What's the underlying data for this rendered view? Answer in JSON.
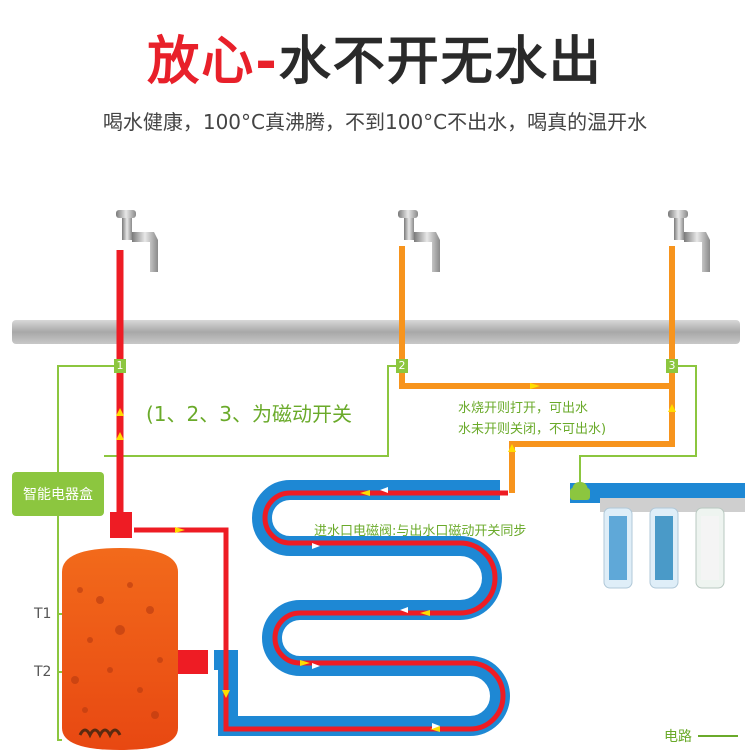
{
  "title": {
    "part1": "放心-",
    "part2": "水不开无水出"
  },
  "subtitle": "喝水健康，100°C真沸腾，不到100°C不出水，喝真的温开水",
  "switches": {
    "s1": "1",
    "s2": "2",
    "s3": "3"
  },
  "magnetic_note": "(1、2、3、为磁动开关",
  "conditions": {
    "open": "水烧开则打开，可出水",
    "closed": "水未开则关闭，不可出水)"
  },
  "controller": "智能电器盒",
  "valve_note": "进水口电磁阀:与出水口磁动开关同步",
  "sensors": {
    "t1": "T1",
    "t2": "T2"
  },
  "legend": "电路",
  "colors": {
    "hot": "#ee1c24",
    "warm": "#f7941d",
    "cold": "#1e88d4",
    "circuit": "#8cc63f",
    "pipe": "#b8b8b8"
  }
}
